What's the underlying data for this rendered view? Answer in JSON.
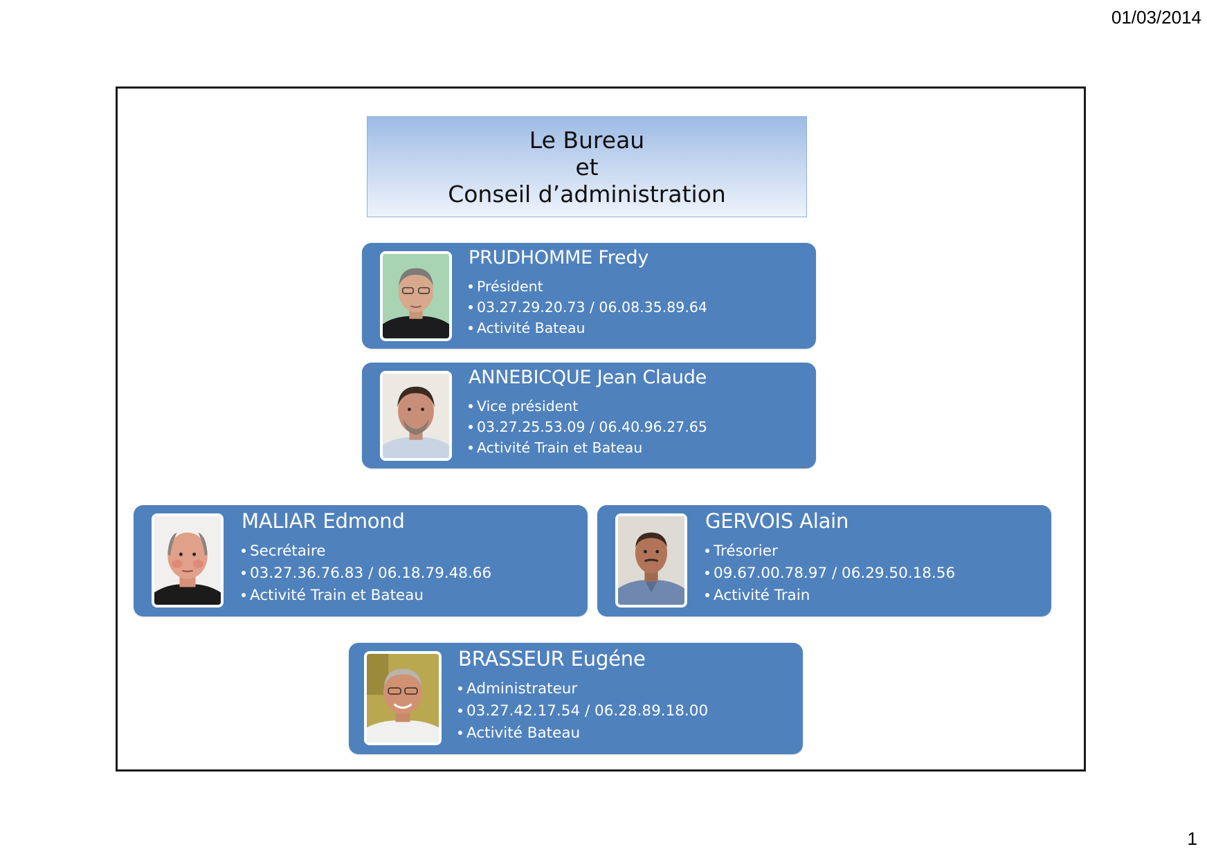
{
  "header": {
    "date": "01/03/2014"
  },
  "footer": {
    "page_number": "1"
  },
  "title": {
    "line1": "Le Bureau",
    "line2": "et",
    "line3": "Conseil d’administration"
  },
  "colors": {
    "card_fill": "#4f81bd",
    "title_gradient_top": "#9dbbe5",
    "title_gradient_bottom": "#eef3fb"
  },
  "members": [
    {
      "name": "PRUDHOMME Fredy",
      "role": "Président",
      "phones": "03.27.29.20.73 / 06.08.35.89.64",
      "activity": "Activité Bateau",
      "photo": "portrait-photo"
    },
    {
      "name": "ANNEBICQUE Jean Claude",
      "role": "Vice président",
      "phones": "03.27.25.53.09 / 06.40.96.27.65",
      "activity": "Activité Train et Bateau",
      "photo": "portrait-photo"
    },
    {
      "name": "MALIAR Edmond",
      "role": "Secrétaire",
      "phones": "03.27.36.76.83 / 06.18.79.48.66",
      "activity": "Activité Train et Bateau",
      "photo": "portrait-photo"
    },
    {
      "name": "GERVOIS Alain",
      "role": "Trésorier",
      "phones": "09.67.00.78.97 / 06.29.50.18.56",
      "activity": "Activité Train",
      "photo": "portrait-photo"
    },
    {
      "name": "BRASSEUR Eugéne",
      "role": "Administrateur",
      "phones": "03.27.42.17.54 / 06.28.89.18.00",
      "activity": "Activité Bateau",
      "photo": "portrait-photo"
    }
  ]
}
